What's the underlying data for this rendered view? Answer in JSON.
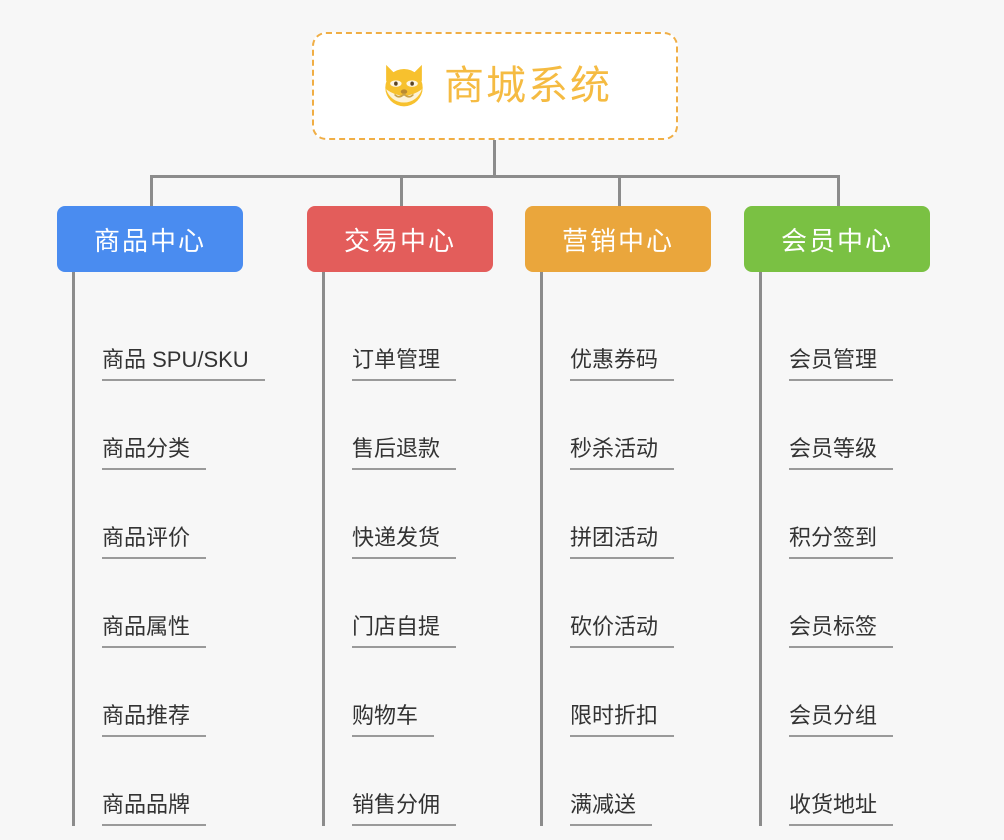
{
  "page": {
    "background_color": "#f7f7f7",
    "title": "商城系统"
  },
  "root": {
    "label": "商城系统",
    "icon": "shiba-dog-face-icon",
    "text_color": "#f5bb42",
    "border_color": "#f0ae45",
    "fill_color": "#ffffff"
  },
  "connector": {
    "color": "#8c8c8c"
  },
  "branches": [
    {
      "label": "商品中心",
      "color": "#4a8cf0",
      "items": [
        "商品 SPU/SKU",
        "商品分类",
        "商品评价",
        "商品属性",
        "商品推荐",
        "商品品牌"
      ]
    },
    {
      "label": "交易中心",
      "color": "#e35d5b",
      "items": [
        "订单管理",
        "售后退款",
        "快递发货",
        "门店自提",
        "购物车",
        "销售分佣"
      ]
    },
    {
      "label": "营销中心",
      "color": "#eaa63c",
      "items": [
        "优惠券码",
        "秒杀活动",
        "拼团活动",
        "砍价活动",
        "限时折扣",
        "满减送"
      ]
    },
    {
      "label": "会员中心",
      "color": "#7ac143",
      "items": [
        "会员管理",
        "会员等级",
        "积分签到",
        "会员标签",
        "会员分组",
        "收货地址"
      ]
    }
  ]
}
